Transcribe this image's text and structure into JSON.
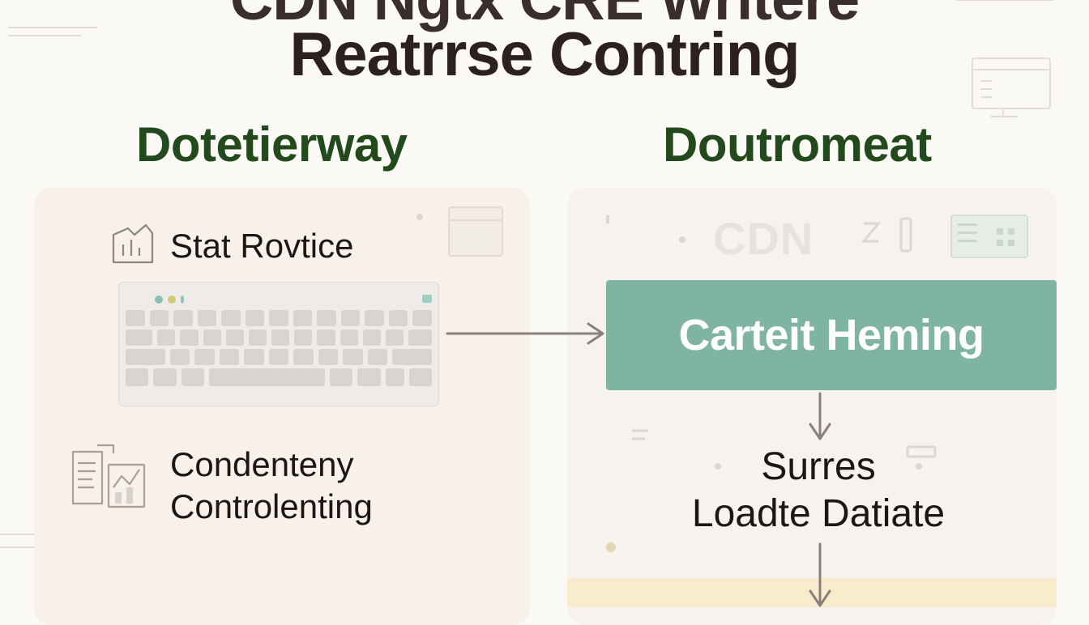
{
  "title": {
    "top_line": "CDN Ngtx CRE Writere",
    "main_line": "Reatrrse Contring"
  },
  "left_column": {
    "heading": "Dotetierway",
    "item_1_label": "Stat Rovtice",
    "item_2_label_line1": "Condenteny",
    "item_2_label_line2": "Controlenting"
  },
  "right_column": {
    "heading": "Doutromeat",
    "faded_label": "CDN",
    "box_label": "Carteit Heming",
    "result_line1": "Surres",
    "result_line2": "Loadte Datiate"
  },
  "icons": {
    "item_1": "chart-icon",
    "item_2": "document-chart-icon",
    "keyboard": "keyboard-icon"
  },
  "colors": {
    "heading_green": "#224a1c",
    "box_fill": "#7fb3a3",
    "arrow": "#8a7f7c",
    "band_yellow": "#f8eccc"
  }
}
